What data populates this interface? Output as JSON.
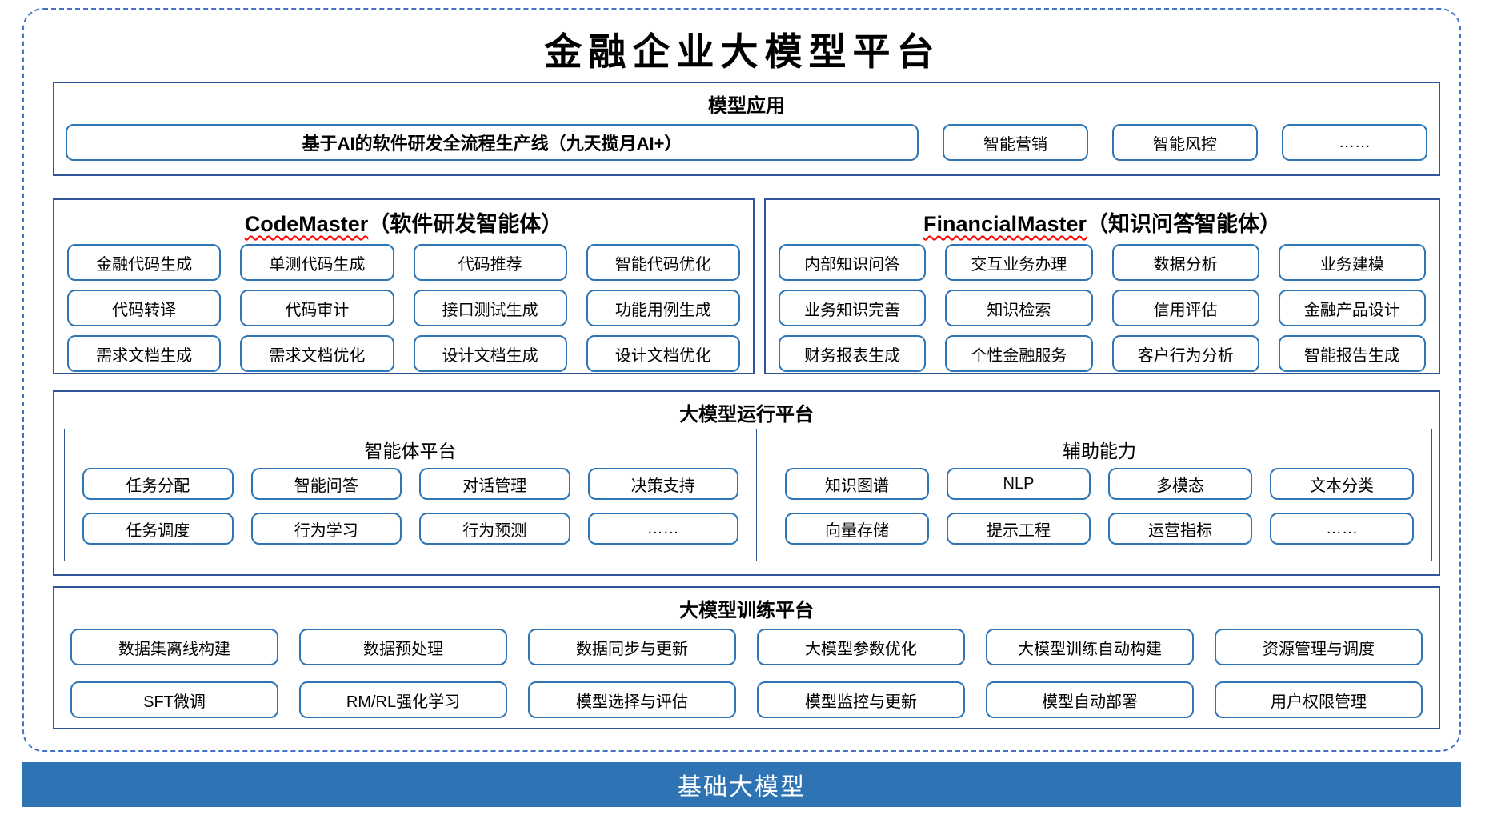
{
  "title": "金融企业大模型平台",
  "app_section": {
    "title": "模型应用",
    "main_item": "基于AI的软件研发全流程生产线（九天揽月AI+）",
    "items": [
      "智能营销",
      "智能风控",
      "……"
    ]
  },
  "code_master": {
    "title_en": "CodeMaster",
    "title_suffix": "（软件研发智能体）",
    "items": [
      "金融代码生成",
      "单测代码生成",
      "代码推荐",
      "智能代码优化",
      "代码转译",
      "代码审计",
      "接口测试生成",
      "功能用例生成",
      "需求文档生成",
      "需求文档优化",
      "设计文档生成",
      "设计文档优化"
    ]
  },
  "financial_master": {
    "title_en": "FinancialMaster",
    "title_suffix": "（知识问答智能体）",
    "items": [
      "内部知识问答",
      "交互业务办理",
      "数据分析",
      "业务建模",
      "业务知识完善",
      "知识检索",
      "信用评估",
      "金融产品设计",
      "财务报表生成",
      "个性金融服务",
      "客户行为分析",
      "智能报告生成"
    ]
  },
  "runtime": {
    "title": "大模型运行平台",
    "agent_platform": {
      "title": "智能体平台",
      "items": [
        "任务分配",
        "智能问答",
        "对话管理",
        "决策支持",
        "任务调度",
        "行为学习",
        "行为预测",
        "……"
      ]
    },
    "aux_capability": {
      "title": "辅助能力",
      "items": [
        "知识图谱",
        "NLP",
        "多模态",
        "文本分类",
        "向量存储",
        "提示工程",
        "运营指标",
        "……"
      ]
    }
  },
  "training": {
    "title": "大模型训练平台",
    "items": [
      "数据集离线构建",
      "数据预处理",
      "数据同步与更新",
      "大模型参数优化",
      "大模型训练自动构建",
      "资源管理与调度",
      "SFT微调",
      "RM/RL强化学习",
      "模型选择与评估",
      "模型监控与更新",
      "模型自动部署",
      "用户权限管理"
    ]
  },
  "base_model": {
    "label": "基础大模型"
  },
  "colors": {
    "frame_dash": "#4472C4",
    "section_border": "#2F5597",
    "chip_border": "#2E75B6",
    "base_bar_bg": "#2E74B5",
    "squiggle": "#FF0000"
  }
}
